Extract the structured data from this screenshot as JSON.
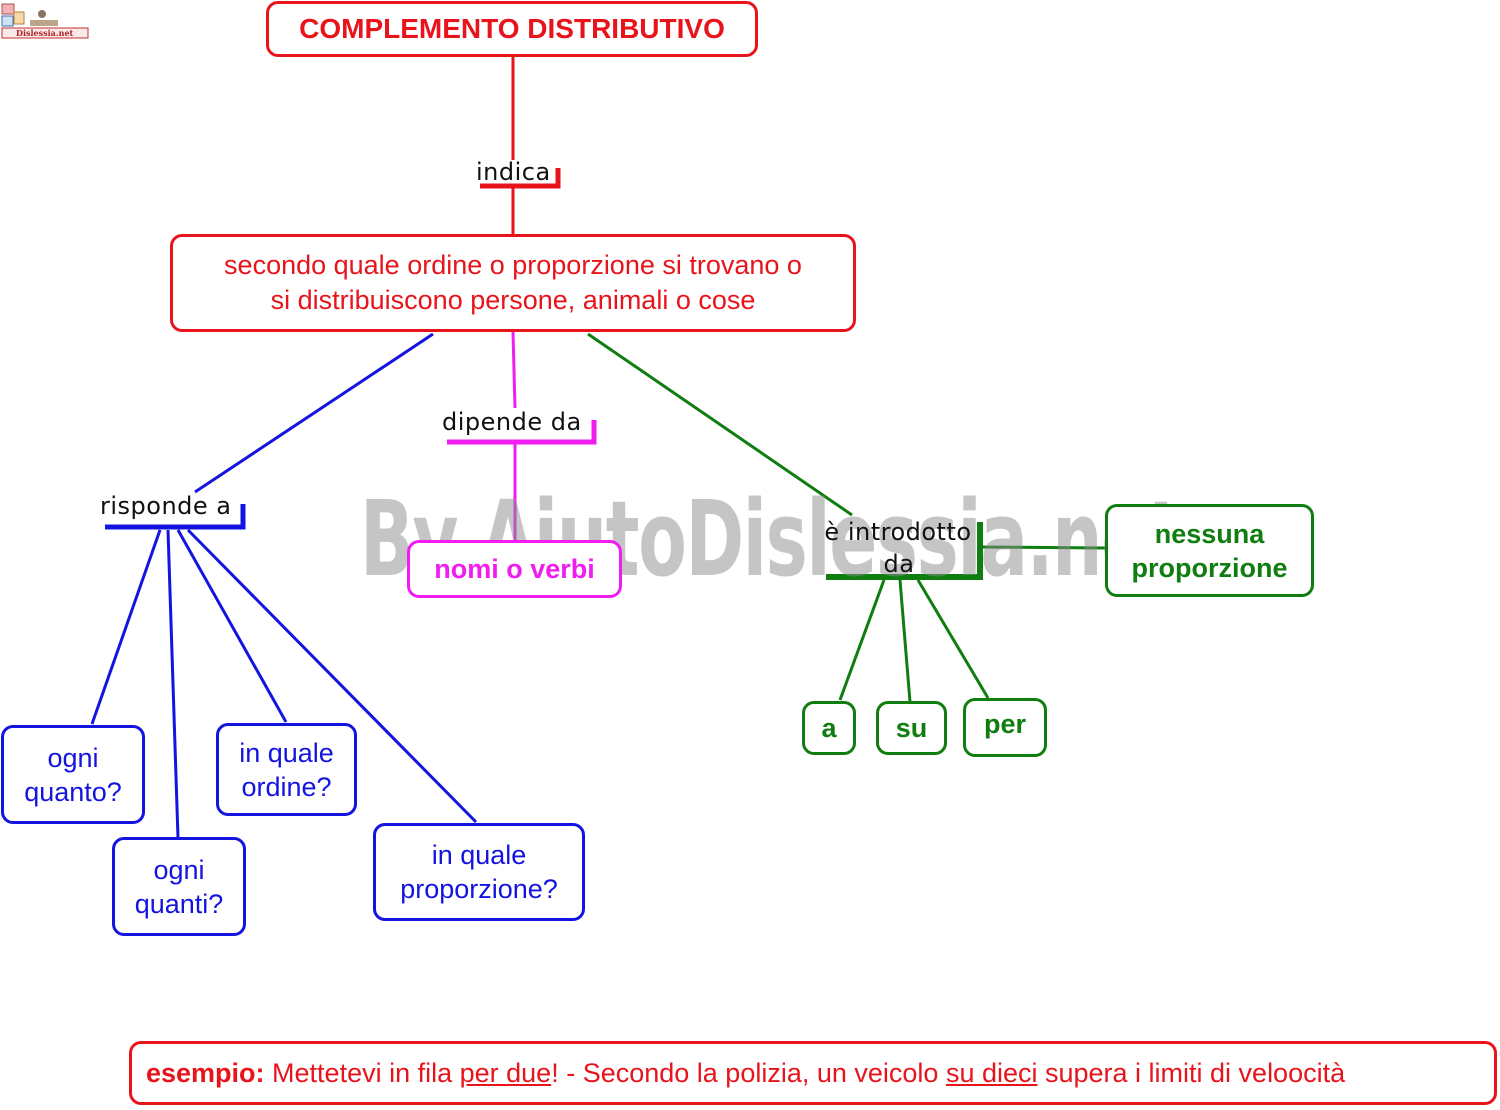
{
  "title": "COMPLEMENTO DISTRIBUTIVO",
  "links": {
    "indica": "indica",
    "dipende_da": "dipende da",
    "risponde_a": "risponde a",
    "introdotto_line1": "è introdotto",
    "introdotto_line2": "da"
  },
  "definition": {
    "line1": "secondo quale ordine o proporzione si trovano o",
    "line2": "si distribuiscono persone, animali o cose"
  },
  "depends_on": "nomi o verbi",
  "questions": {
    "q1_line1": "ogni",
    "q1_line2": "quanto?",
    "q2_line1": "ogni",
    "q2_line2": "quanti?",
    "q3_line1": "in quale",
    "q3_line2": "ordine?",
    "q4_line1": "in quale",
    "q4_line2": "proporzione?"
  },
  "prepositions": {
    "a": "a",
    "su": "su",
    "per": "per"
  },
  "no_preposition": {
    "line1": "nessuna",
    "line2": "proporzione"
  },
  "example": {
    "label": "esempio:",
    "part1": " Mettetevi in fila ",
    "underline1": "per due",
    "part2": "! - Secondo la polizia, un veicolo ",
    "underline2": "su dieci",
    "part3": " supera i limiti di veloocità"
  },
  "watermark": "By AiutoDislessia.net",
  "logo_text": "Dislessia.net",
  "colors": {
    "red": "#e8141c",
    "blue": "#1414e0",
    "magenta": "#f01cf0",
    "green": "#0f7d0f"
  }
}
